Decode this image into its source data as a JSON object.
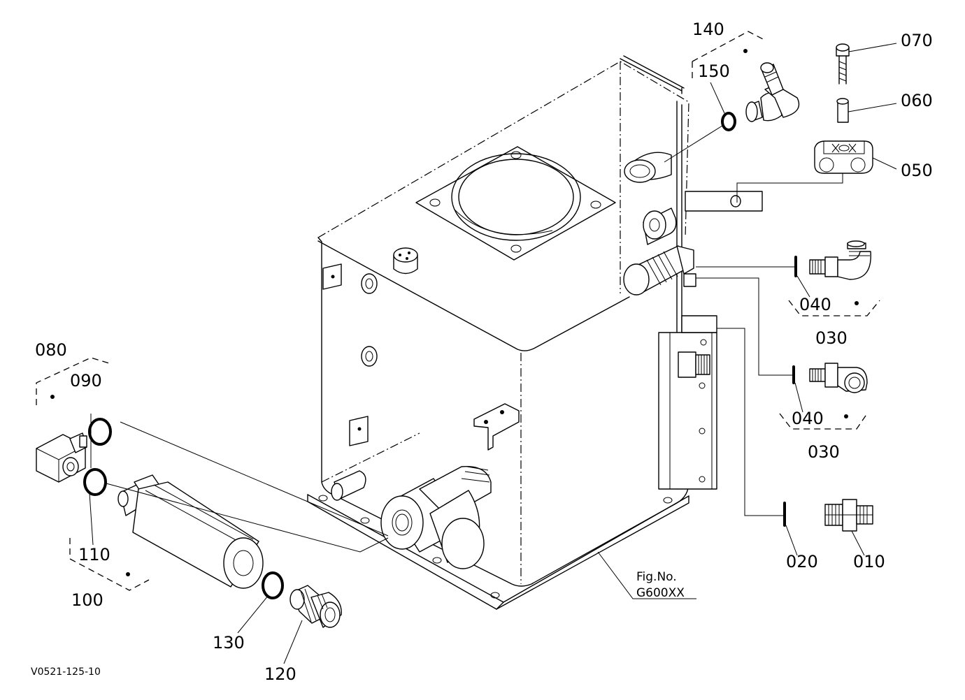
{
  "diagram": {
    "labels": {
      "p010": "010",
      "p020": "020",
      "p030a": "030",
      "p030b": "030",
      "p040a": "040",
      "p040b": "040",
      "p050": "050",
      "p060": "060",
      "p070": "070",
      "p080": "080",
      "p090": "090",
      "p100": "100",
      "p110": "110",
      "p120": "120",
      "p130": "130",
      "p140": "140",
      "p150": "150"
    },
    "fig_title": "Fig.No.",
    "fig_number": "G600XX",
    "drawing_code": "V0521-125-10"
  }
}
